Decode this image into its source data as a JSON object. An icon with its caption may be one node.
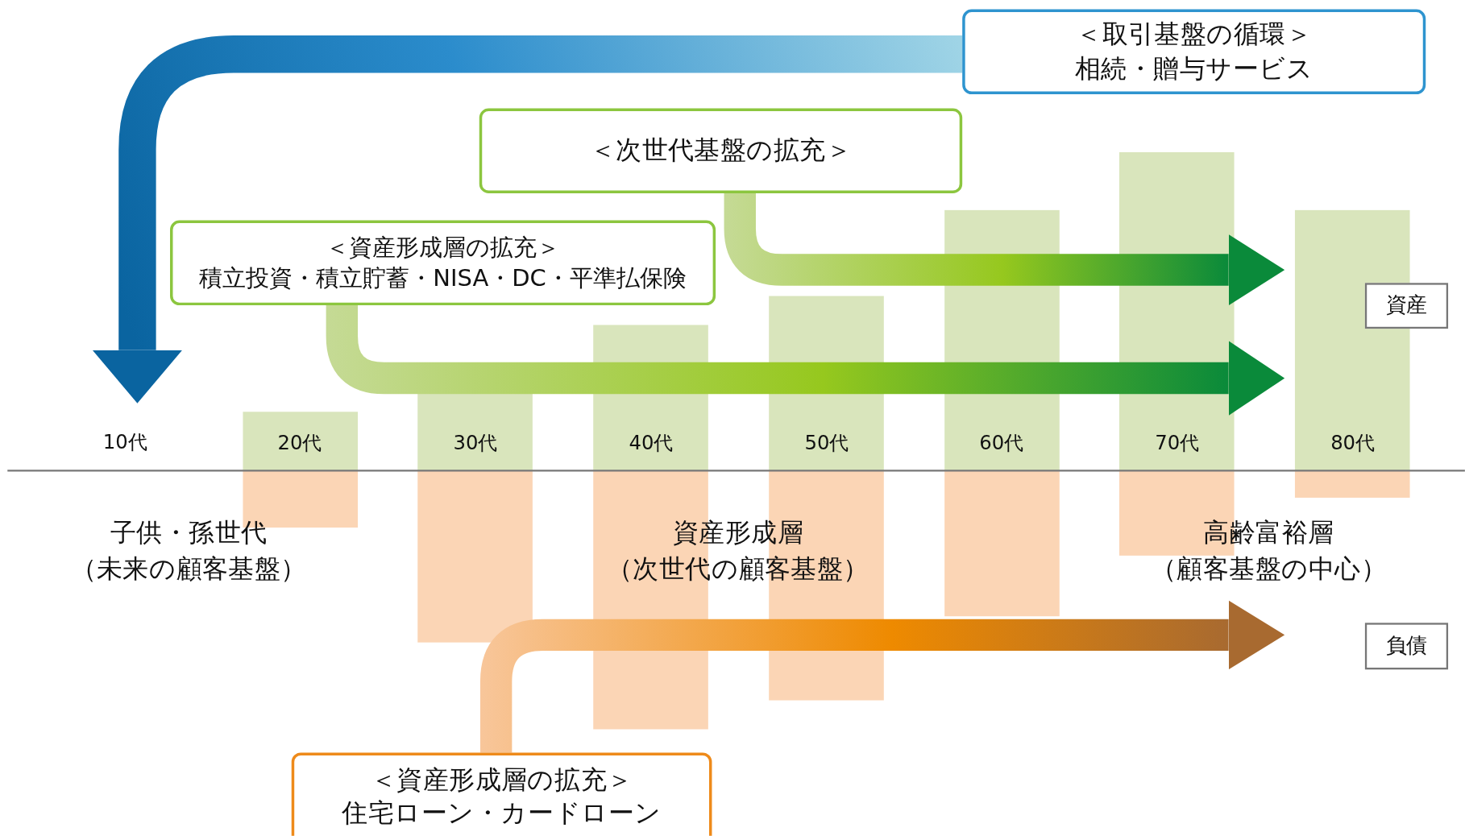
{
  "diagram": {
    "nodes": [
      {
        "text": [
          "＜取引基盤の循環＞",
          "相続・贈与サービス"
        ]
      },
      {
        "text": [
          "＜次世代基盤の拡充＞"
        ]
      },
      {
        "text": [
          "＜資産形成層の拡充＞",
          "積立投資・積立貯蓄・NISA・DC・平準払保険"
        ]
      },
      {
        "text": [
          "資産"
        ]
      },
      {
        "text": [
          "負債"
        ]
      },
      {
        "text": [
          "＜資産形成層の拡充＞",
          "住宅ローン・カードローン"
        ]
      },
      {
        "text": [
          "10代"
        ]
      }
    ],
    "edges": [
      {
        "from": 0,
        "to": 6,
        "arrow": "to",
        "color": "#2b8ccc"
      },
      {
        "from": 1,
        "to": null,
        "arrow": "to"
      },
      {
        "from": 2,
        "to": null,
        "arrow": "to"
      },
      {
        "from": 5,
        "to": null,
        "arrow": "to",
        "color": "#ee8a00"
      }
    ],
    "labels": [
      "20代",
      "30代",
      "40代",
      "50代",
      "60代",
      "70代",
      "80代",
      "子供・孫世代（未来の顧客基盤）",
      "資産形成層（次世代の顧客基盤）",
      "高齢富裕層（顧客基盤の中心）"
    ]
  }
}
